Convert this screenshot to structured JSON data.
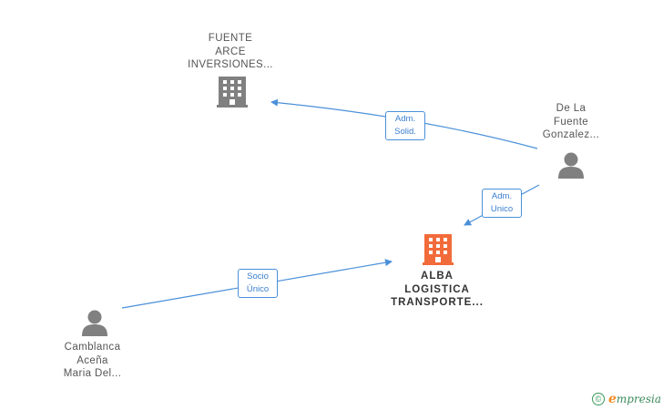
{
  "colors": {
    "edge": "#4a90d9",
    "company": "#808080",
    "focus_company": "#f26b3a",
    "person": "#808080",
    "label_text": "#555555"
  },
  "nodes": {
    "fuente_arce": {
      "type": "company",
      "icon": "building-icon",
      "lines": [
        "FUENTE",
        "ARCE",
        "INVERSIONES..."
      ]
    },
    "de_la_fuente": {
      "type": "person",
      "icon": "person-icon",
      "lines": [
        "De La",
        "Fuente",
        "Gonzalez..."
      ]
    },
    "alba": {
      "type": "company",
      "icon": "building-icon",
      "focus": true,
      "lines": [
        "ALBA",
        "LOGISTICA",
        "TRANSPORTE..."
      ]
    },
    "camblanca": {
      "type": "person",
      "icon": "person-icon",
      "lines": [
        "Camblanca",
        "Aceña",
        "Maria Del..."
      ]
    }
  },
  "edges": [
    {
      "from": "de_la_fuente",
      "to": "fuente_arce",
      "lines": [
        "Adm.",
        "Solid."
      ]
    },
    {
      "from": "de_la_fuente",
      "to": "alba",
      "lines": [
        "Adm.",
        "Unico"
      ]
    },
    {
      "from": "camblanca",
      "to": "alba",
      "lines": [
        "Socio",
        "Único"
      ]
    }
  ],
  "brand": {
    "copyright": "©",
    "initial": "e",
    "rest": "mpresia"
  }
}
